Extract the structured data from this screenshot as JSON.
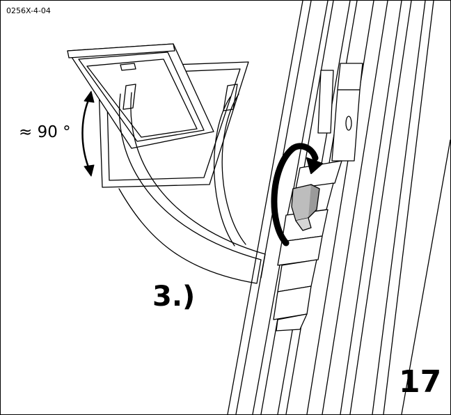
{
  "diagram": {
    "document_code": "0256X-4-04",
    "angle_label": "≈ 90 °",
    "step_label": "3.)",
    "page_number": "17"
  },
  "colors": {
    "line": "#000000",
    "background": "#ffffff",
    "handle": "#bdbdbd"
  },
  "icons": {
    "rotation": "curved-arrow-rotate-icon",
    "angle": "double-headed-arc-arrow-icon"
  }
}
